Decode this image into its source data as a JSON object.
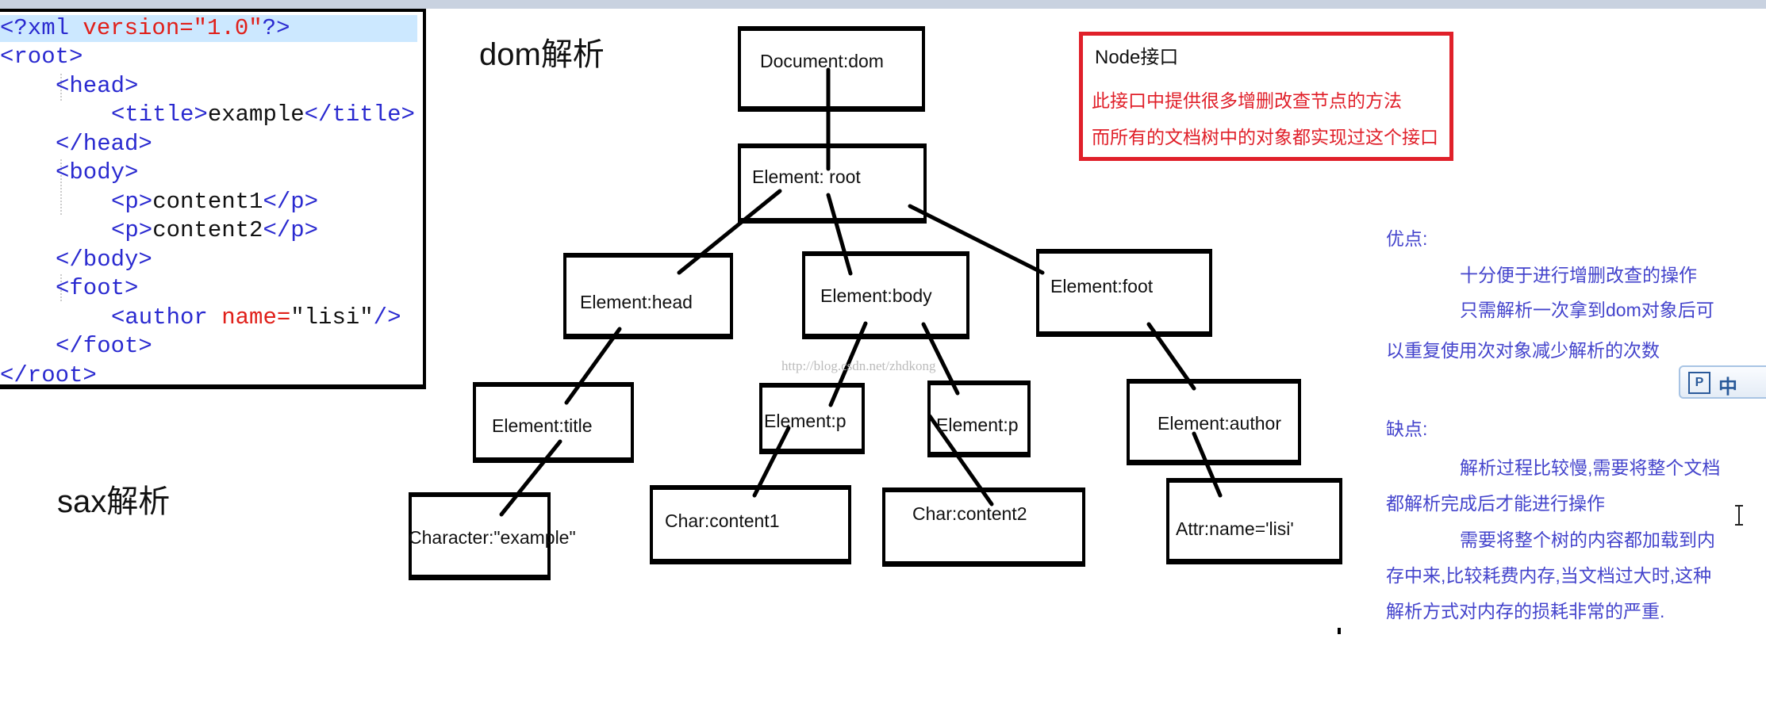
{
  "code": {
    "lines": [
      {
        "parts": [
          "<?xml ",
          "version=",
          "\"1.0\"",
          "?>"
        ]
      },
      {
        "text": "<root>"
      },
      {
        "text": "<head>"
      },
      {
        "tag1": "<title>",
        "content": "example",
        "tag2": "</title>"
      },
      {
        "text": "</head>"
      },
      {
        "text": "<body>"
      },
      {
        "tag1": "<p>",
        "content": "content1",
        "tag2": "</p>"
      },
      {
        "tag1": "<p>",
        "content": "content2",
        "tag2": "</p>"
      },
      {
        "text": "</body>"
      },
      {
        "text": "<foot>"
      },
      {
        "tag1": "<author ",
        "attr": "name=",
        "content": "\"lisi\"",
        "tag2": "/>"
      },
      {
        "text": "</foot>"
      },
      {
        "text": "</root>"
      }
    ]
  },
  "headings": {
    "dom": "dom解析",
    "sax": "sax解析"
  },
  "tree": {
    "document": "Document:dom",
    "root": "Element: root",
    "head": "Element:head",
    "body": "Element:body",
    "foot": "Element:foot",
    "title": "Element:title",
    "p1": "Element:p",
    "p2": "Element:p",
    "author": "Element:author",
    "char_example": "Character:\"example\"",
    "char1": "Char:content1",
    "char2": "Char:content2",
    "attr": "Attr:name='lisi'"
  },
  "node_note": {
    "title": "Node接口",
    "line1": "此接口中提供很多增删改查节点的方法",
    "line2": "而所有的文档树中的对象都实现过这个接口"
  },
  "pros": {
    "label": "优点:",
    "line1": "十分便于进行增删改查的操作",
    "line2a": "只需解析一次拿到dom对象后可",
    "line2b": "以重复使用次对象减少解析的次数"
  },
  "cons": {
    "label": "缺点:",
    "line1a": "解析过程比较慢,需要将整个文档",
    "line1b": "都解析完成后才能进行操作",
    "line2a": "需要将整个树的内容都加载到内",
    "line2b": "存中来,比较耗费内存,当文档过大时,这种",
    "line2c": "解析方式对内存的损耗非常的严重."
  },
  "watermark": "http://blog.csdn.net/zhdkong",
  "ime": {
    "icon": "P",
    "label": "中"
  },
  "colors": {
    "tag": "#2a2ad0",
    "attr": "#e0201a",
    "note": "#e0202a",
    "text_blue": "#4444cc",
    "highlight": "#cce8ff"
  }
}
